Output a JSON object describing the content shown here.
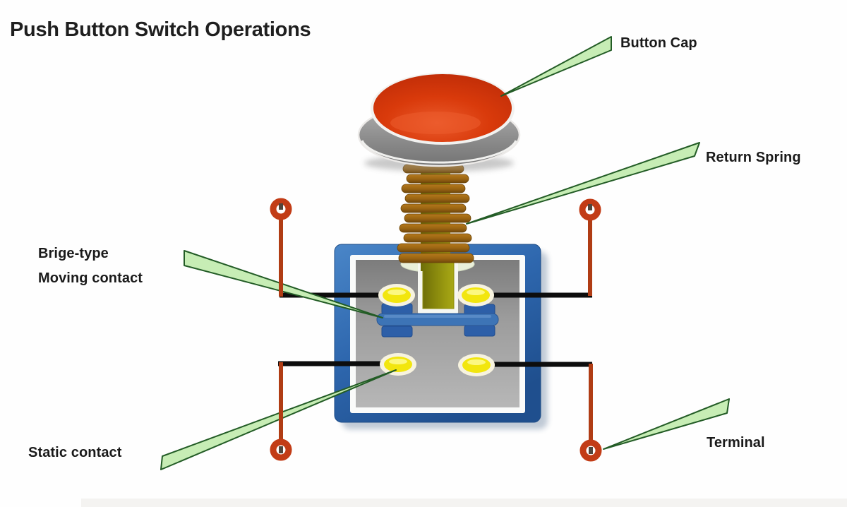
{
  "title": "Push Button Switch Operations",
  "diagram": {
    "labels": {
      "button_cap": "Button Cap",
      "return_spring": "Return Spring",
      "moving_contact_line1": "Brige-type",
      "moving_contact_line2": "Moving contact",
      "static_contact": "Static contact",
      "terminal": "Terminal"
    },
    "colors": {
      "title_text": "#1f1f1f",
      "label_text": "#1a1a1a",
      "button_cap_red": "#d6380c",
      "button_base_gray": "#8d8d8d",
      "spring_brown": "#a06a12",
      "plunger_olive": "#8f8f10",
      "housing_blue": "#2e67ae",
      "housing_interior_gray": "#9b9b9b",
      "contact_yellow": "#f2e60e",
      "bridge_blue": "#3d74b6",
      "terminal_red": "#c23c16",
      "wire_black": "#0d0d0d",
      "callout_fill": "#c7edb5",
      "callout_stroke": "#235c26",
      "background": "#fefefe"
    }
  }
}
